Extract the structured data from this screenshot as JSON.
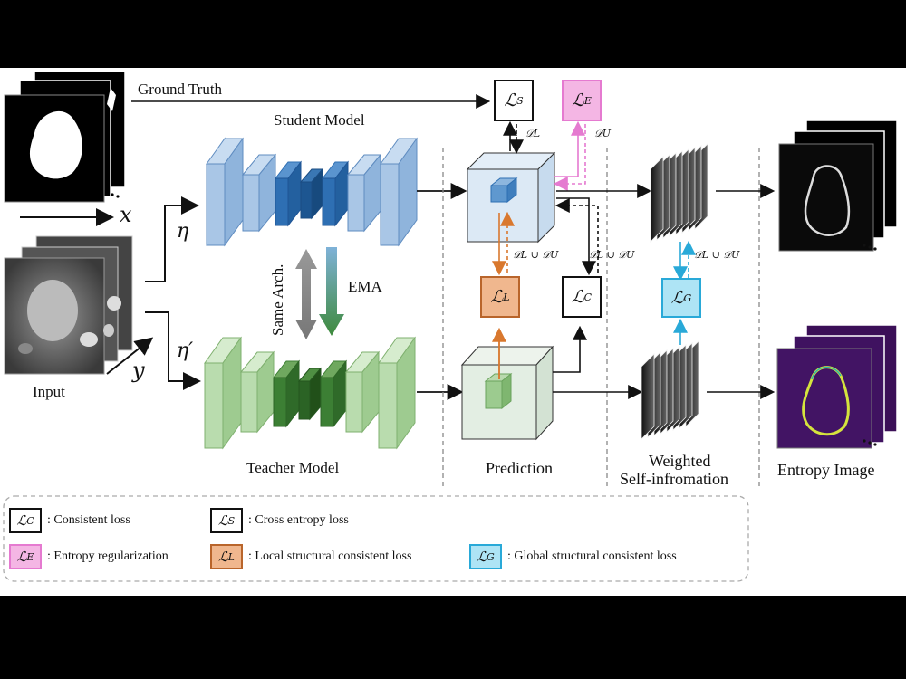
{
  "labels": {
    "ground_truth": "Ground Truth",
    "student_model": "Student Model",
    "teacher_model": "Teacher Model",
    "input": "Input",
    "x_var": "x",
    "y_var": "y",
    "eta": "η",
    "eta_prime": "η′",
    "same_arch": "Same Arch.",
    "ema": "EMA",
    "prediction": "Prediction",
    "weighted": "Weighted",
    "self_information": "Self-infromation",
    "entropy_image": "Entropy Image"
  },
  "loss_symbols": {
    "S": {
      "script": "ℒ",
      "sub": "S"
    },
    "E": {
      "script": "ℒ",
      "sub": "E"
    },
    "L": {
      "script": "ℒ",
      "sub": "L"
    },
    "C": {
      "script": "ℒ",
      "sub": "C"
    },
    "G": {
      "script": "ℒ",
      "sub": "G"
    }
  },
  "data_tags": {
    "dl": "𝒟L",
    "du": "𝒟U",
    "dl_du_1": "𝒟L ∪ 𝒟U",
    "dl_du_2": "𝒟L ∪ 𝒟U",
    "dl_du_3": "𝒟L ∪ 𝒟U"
  },
  "legend": {
    "consistent": ": Consistent loss",
    "cross_entropy": ": Cross entropy loss",
    "entropy_reg": ": Entropy regularization",
    "local": ": Local structural consistent loss",
    "global": ": Global structural consistent loss"
  },
  "colors": {
    "student_blue": "#a9c6e6",
    "student_dark": "#2e6fb3",
    "teacher_green": "#b9dcae",
    "teacher_dark": "#3c7f34",
    "loss_E": "#f4b6e4",
    "loss_L": "#f0b78e",
    "loss_G": "#aee4f5",
    "arrow_pink": "#e57ad0",
    "arrow_orange": "#d9782e",
    "arrow_cyan": "#29a9d8"
  }
}
